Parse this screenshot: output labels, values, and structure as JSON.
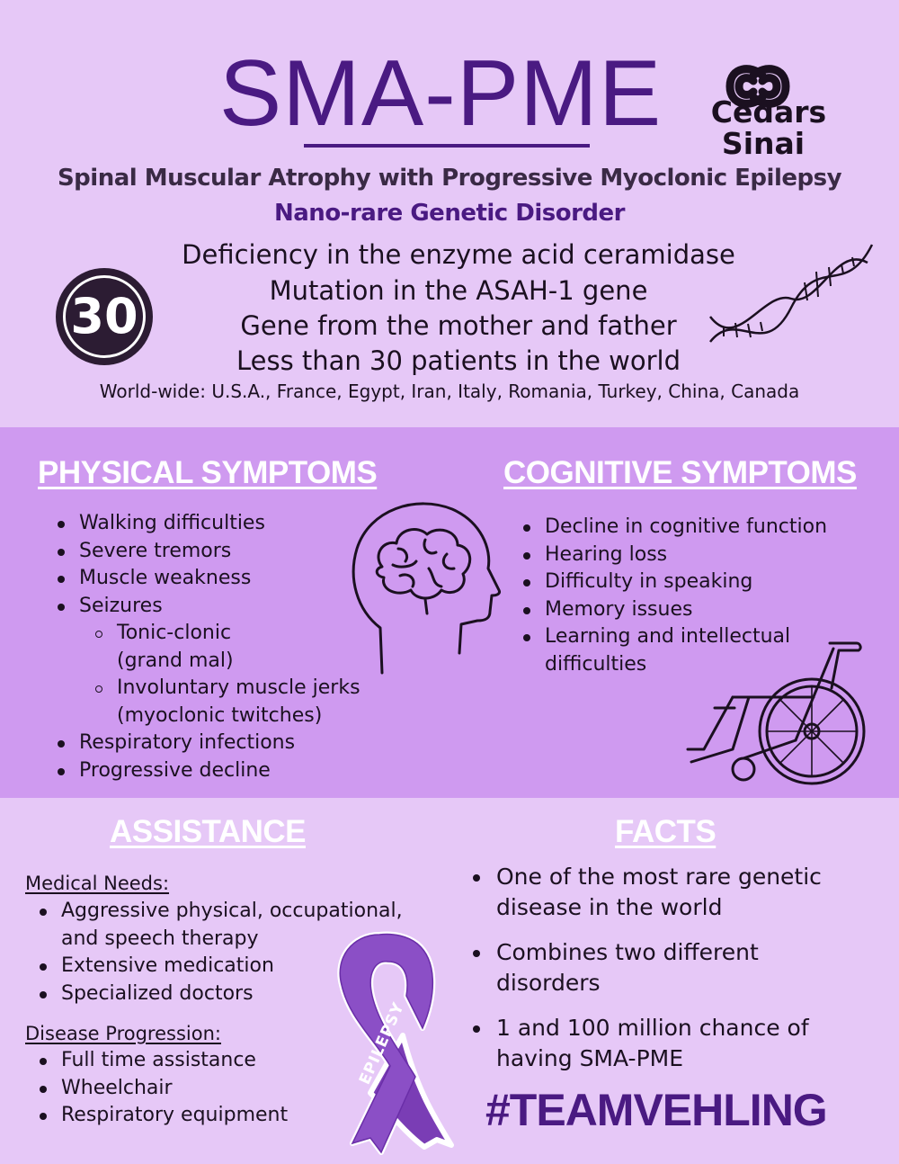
{
  "header": {
    "title": "SMA-PME",
    "subtitle": "Spinal Muscular Atrophy with Progressive Myoclonic Epilepsy",
    "tagline": "Nano-rare Genetic Disorder",
    "logo": {
      "line1": "Cedars",
      "line2": "Sinai"
    },
    "badge": "30"
  },
  "overview": {
    "lines": [
      "Deficiency in the enzyme acid ceramidase",
      "Mutation in the ASAH-1 gene",
      "Gene from the mother and father",
      "Less than 30 patients in the world"
    ],
    "worldwide": "World-wide: U.S.A., France, Egypt, Iran, Italy, Romania, Turkey, China, Canada"
  },
  "physical": {
    "heading": "PHYSICAL SYMPTOMS",
    "items": [
      "Walking difficulties",
      "Severe tremors",
      "Muscle weakness",
      "Seizures",
      "Tonic-clonic",
      "(grand mal)",
      "Involuntary muscle jerks",
      "(myoclonic twitches)",
      "Respiratory infections",
      "Progressive decline"
    ]
  },
  "cognitive": {
    "heading": "COGNITIVE SYMPTOMS",
    "items": [
      "Decline in cognitive function",
      "Hearing loss",
      "Difficulty in speaking",
      "Memory issues",
      "Learning and intellectual",
      "difficulties"
    ]
  },
  "assistance": {
    "heading": "ASSISTANCE",
    "medical_label": "Medical Needs:",
    "medical": [
      "Aggressive physical, occupational,",
      "and speech therapy",
      "Extensive medication",
      "Specialized doctors"
    ],
    "progression_label": "Disease Progression:",
    "progression": [
      "Full time assistance",
      "Wheelchair",
      "Respiratory equipment"
    ],
    "ribbon_text": "EPILEPSY"
  },
  "facts": {
    "heading": "FACTS",
    "items": [
      "One of the most rare genetic",
      "disease in the world",
      "Combines two different",
      "disorders",
      "1 and 100 million chance of",
      "having SMA-PME"
    ],
    "hashtag": "#TEAMVEHLING"
  },
  "colors": {
    "background": "#e6c8f7",
    "band": "#cf9af0",
    "accent": "#4a1a82"
  }
}
